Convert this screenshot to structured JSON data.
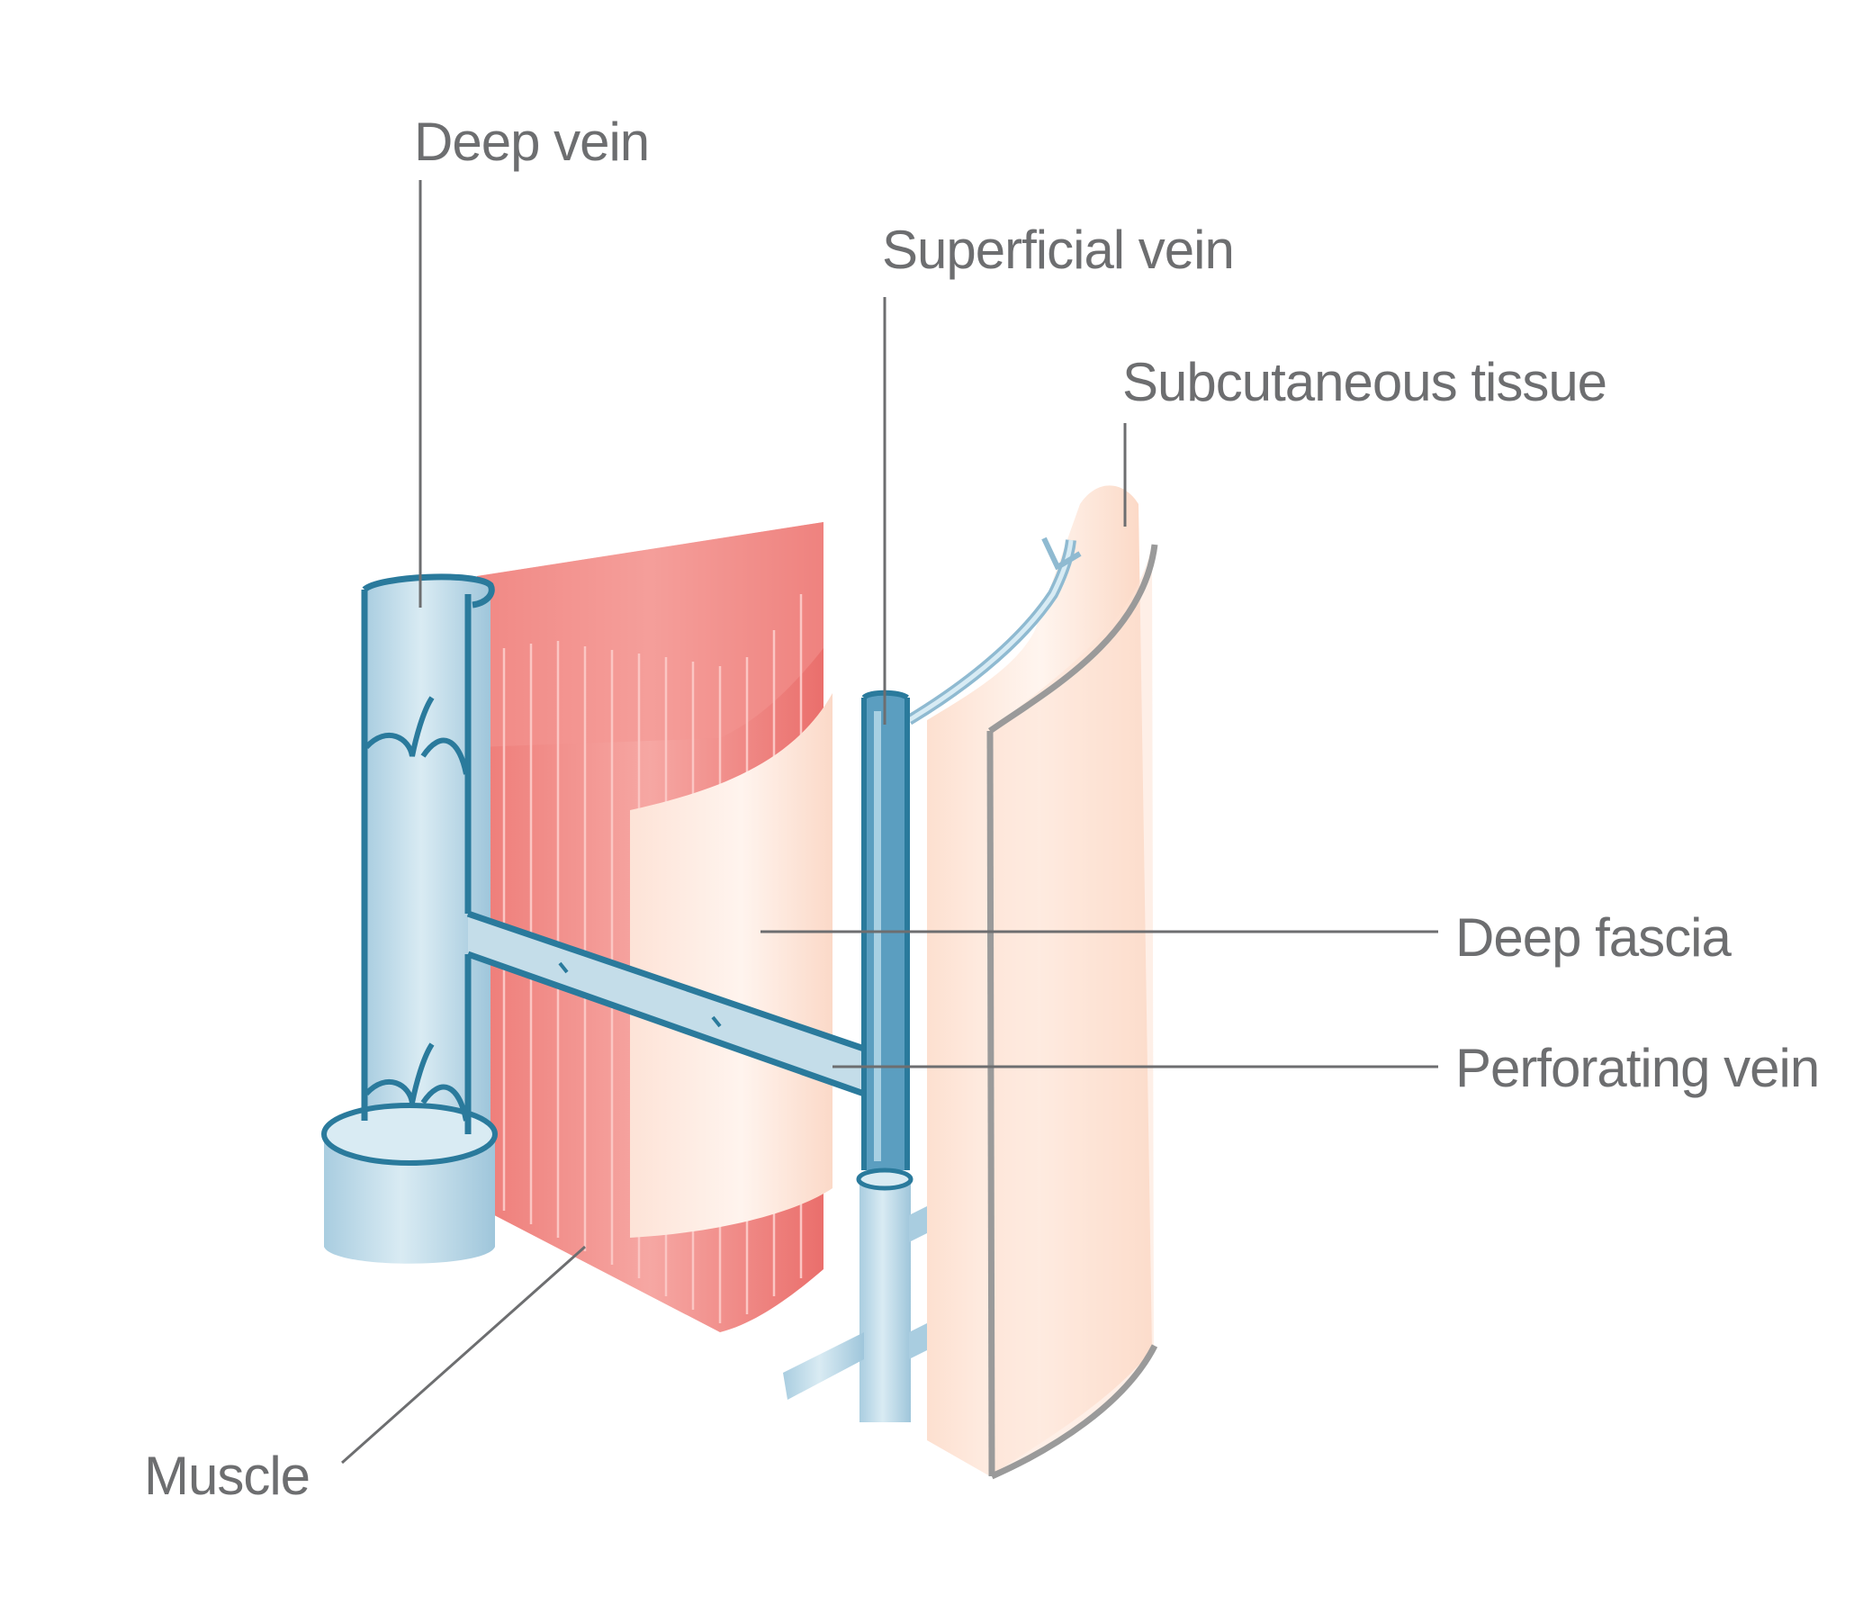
{
  "labels": {
    "deep_vein": "Deep vein",
    "superficial_vein": "Superficial vein",
    "subcutaneous_tissue": "Subcutaneous tissue",
    "deep_fascia": "Deep fascia",
    "perforating_vein": "Perforating vein",
    "muscle": "Muscle"
  },
  "colors": {
    "label_text": "#6d6e70",
    "vein_fill": "#c4dde9",
    "vein_outline": "#2a7a9c",
    "muscle": "#f08a86",
    "fascia": "#fde6dc",
    "subcutaneous": "#fde4d5",
    "skin_edge": "#9a9a9a"
  }
}
